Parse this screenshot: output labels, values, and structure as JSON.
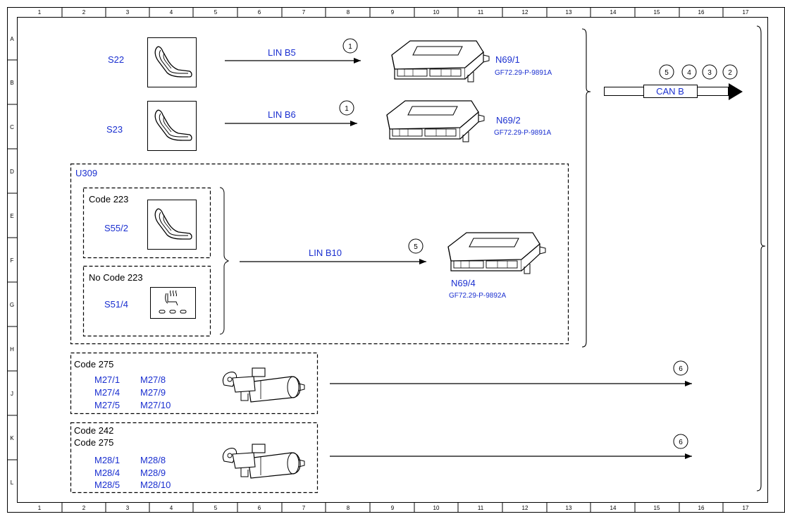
{
  "grid": {
    "columns": [
      "1",
      "2",
      "3",
      "4",
      "5",
      "6",
      "7",
      "8",
      "9",
      "10",
      "11",
      "12",
      "13",
      "14",
      "15",
      "16",
      "17"
    ],
    "rows": [
      "A",
      "B",
      "C",
      "D",
      "E",
      "F",
      "G",
      "H",
      "J",
      "K",
      "L"
    ]
  },
  "switches": {
    "s22": "S22",
    "s23": "S23",
    "s55_2": "S55/2",
    "s51_4": "S51/4"
  },
  "links": {
    "lin_b5": "LIN B5",
    "lin_b6": "LIN B6",
    "lin_b10": "LIN B10",
    "can_b": "CAN B"
  },
  "modules": {
    "n69_1": {
      "name": "N69/1",
      "ref": "GF72.29-P-9891A"
    },
    "n69_2": {
      "name": "N69/2",
      "ref": "GF72.29-P-9891A"
    },
    "n69_4": {
      "name": "N69/4",
      "ref": "GF72.29-P-9892A"
    }
  },
  "groups": {
    "u309": "U309",
    "code_223": "Code 223",
    "no_code_223": "No Code 223",
    "code_275": "Code 275",
    "code_242": "Code 242",
    "code_275_b": "Code 275"
  },
  "motors_m27": [
    "M27/1",
    "M27/8",
    "M27/4",
    "M27/9",
    "M27/5",
    "M27/10"
  ],
  "motors_m28": [
    "M28/1",
    "M28/8",
    "M28/4",
    "M28/9",
    "M28/5",
    "M28/10"
  ],
  "callouts": {
    "lin_b5": "1",
    "lin_b6": "1",
    "lin_b10": "5",
    "can_5": "5",
    "can_4": "4",
    "can_3": "3",
    "can_2": "2",
    "m27": "6",
    "m28": "6"
  },
  "colors": {
    "label": "#1a2fd0",
    "line": "#000000"
  }
}
